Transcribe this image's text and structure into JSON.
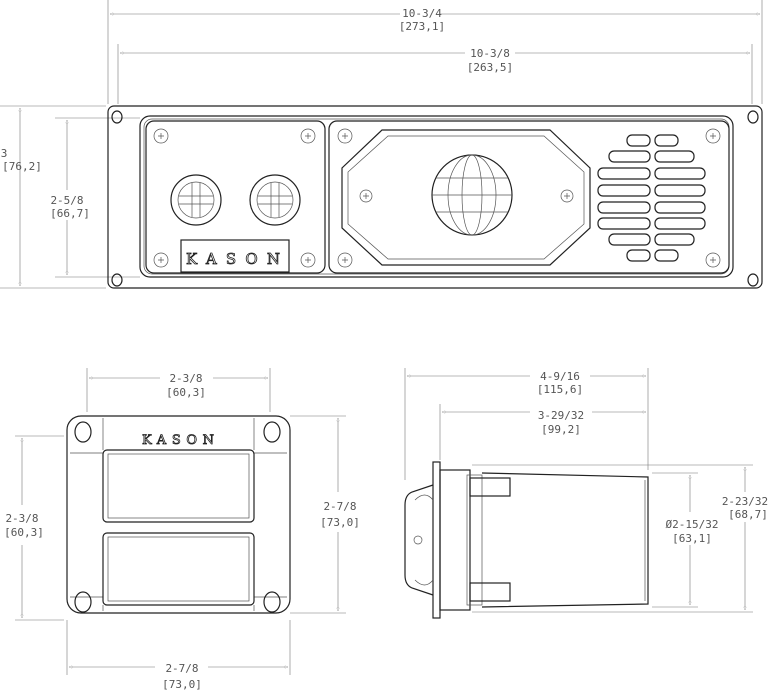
{
  "brand": "KASON",
  "top_view": {
    "overall_width": {
      "frac": "10-3/4",
      "mm": "[273,1]"
    },
    "inner_width": {
      "frac": "10-3/8",
      "mm": "[263,5]"
    },
    "overall_height": {
      "frac": "3",
      "mm": "[76,2]"
    },
    "inner_height": {
      "frac": "2-5/8",
      "mm": "[66,7]"
    }
  },
  "front_view": {
    "hole_width": {
      "frac": "2-3/8",
      "mm": "[60,3]"
    },
    "hole_height": {
      "frac": "2-3/8",
      "mm": "[60,3]"
    },
    "plate_height": {
      "frac": "2-7/8",
      "mm": "[73,0]"
    },
    "plate_width": {
      "frac": "2-7/8",
      "mm": "[73,0]"
    }
  },
  "side_view": {
    "overall_depth": {
      "frac": "4-9/16",
      "mm": "[115,6]"
    },
    "body_depth": {
      "frac": "3-29/32",
      "mm": "[99,2]"
    },
    "diameter": {
      "frac": "Ø2-15/32",
      "mm": "[63,1]"
    },
    "body_height": {
      "frac": "2-23/32",
      "mm": "[68,7]"
    }
  }
}
